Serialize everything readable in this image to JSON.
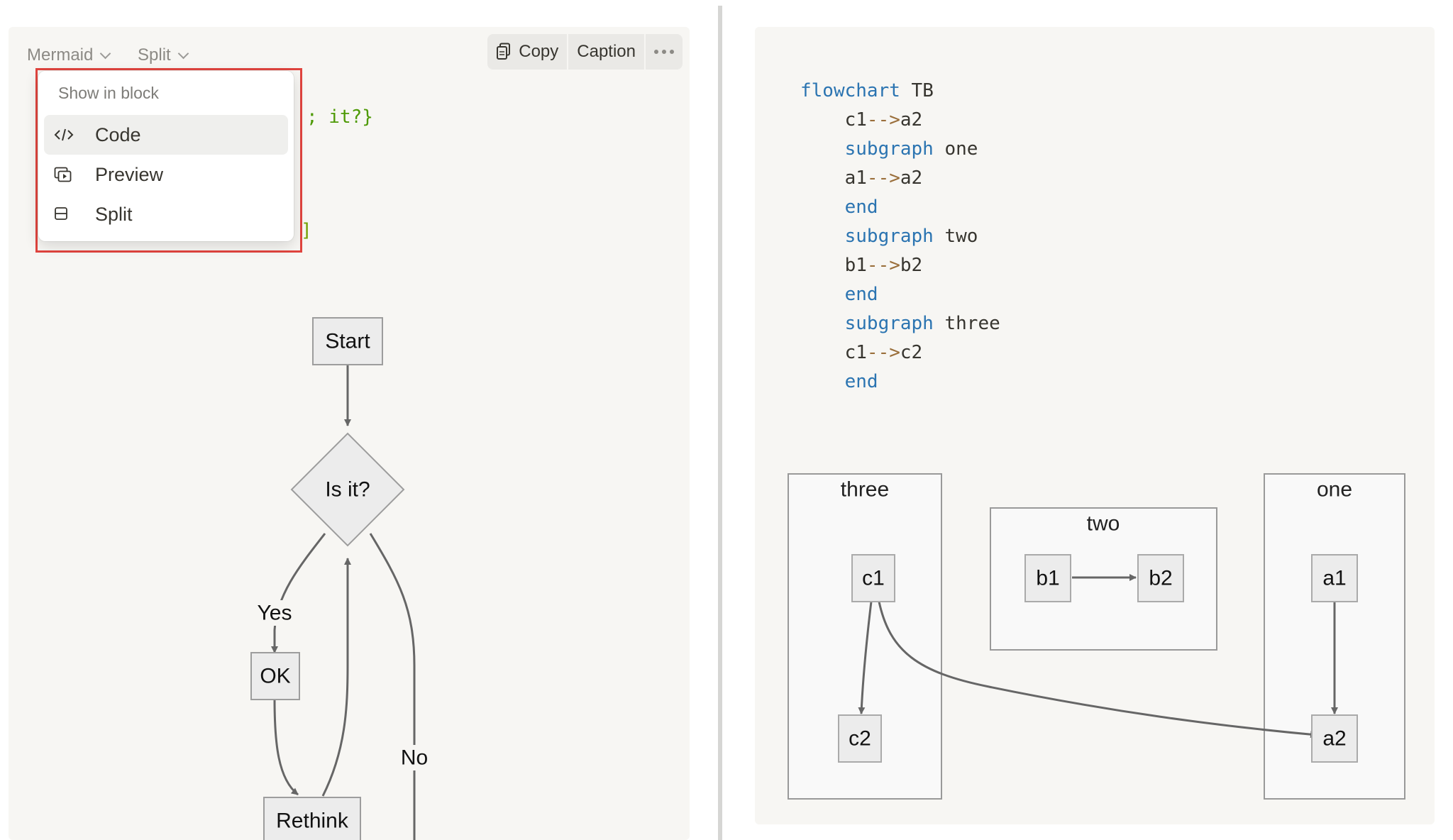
{
  "left_block": {
    "language_selector": "Mermaid",
    "view_selector": "Split",
    "actions": {
      "copy": "Copy",
      "caption": "Caption"
    },
    "code_fragments": [
      "; it?}",
      "]"
    ],
    "dropdown": {
      "heading": "Show in block",
      "items": [
        {
          "label": "Code",
          "icon": "code-brackets-icon",
          "selected": true
        },
        {
          "label": "Preview",
          "icon": "preview-icon",
          "selected": false
        },
        {
          "label": "Split",
          "icon": "split-icon",
          "selected": false
        }
      ]
    },
    "flowchart": {
      "nodes": {
        "start": "Start",
        "decision": "Is it?",
        "ok": "OK",
        "rethink": "Rethink"
      },
      "edge_labels": {
        "yes": "Yes",
        "no": "No"
      }
    }
  },
  "right_block": {
    "code": [
      [
        {
          "t": "flowchart",
          "c": "kw"
        },
        {
          "t": " TB",
          "c": "tx"
        }
      ],
      [
        {
          "t": "    c1",
          "c": "tx"
        },
        {
          "t": "-->",
          "c": "ar"
        },
        {
          "t": "a2",
          "c": "tx"
        }
      ],
      [
        {
          "t": "    subgraph",
          "c": "kw"
        },
        {
          "t": " one",
          "c": "tx"
        }
      ],
      [
        {
          "t": "    a1",
          "c": "tx"
        },
        {
          "t": "-->",
          "c": "ar"
        },
        {
          "t": "a2",
          "c": "tx"
        }
      ],
      [
        {
          "t": "    end",
          "c": "kw"
        }
      ],
      [
        {
          "t": "    subgraph",
          "c": "kw"
        },
        {
          "t": " two",
          "c": "tx"
        }
      ],
      [
        {
          "t": "    b1",
          "c": "tx"
        },
        {
          "t": "-->",
          "c": "ar"
        },
        {
          "t": "b2",
          "c": "tx"
        }
      ],
      [
        {
          "t": "    end",
          "c": "kw"
        }
      ],
      [
        {
          "t": "    subgraph",
          "c": "kw"
        },
        {
          "t": " three",
          "c": "tx"
        }
      ],
      [
        {
          "t": "    c1",
          "c": "tx"
        },
        {
          "t": "-->",
          "c": "ar"
        },
        {
          "t": "c2",
          "c": "tx"
        }
      ],
      [
        {
          "t": "    end",
          "c": "kw"
        }
      ]
    ],
    "diagram": {
      "subgraphs": {
        "three": "three",
        "two": "two",
        "one": "one"
      },
      "nodes": {
        "c1": "c1",
        "c2": "c2",
        "b1": "b1",
        "b2": "b2",
        "a1": "a1",
        "a2": "a2"
      }
    }
  },
  "colors": {
    "highlight_frame": "#e0443e",
    "keyword": "#2b74b1",
    "arrow_token": "#9a6e3a",
    "code_fragment": "#4e9a06",
    "node_fill": "#ececec",
    "edge": "#666666"
  }
}
